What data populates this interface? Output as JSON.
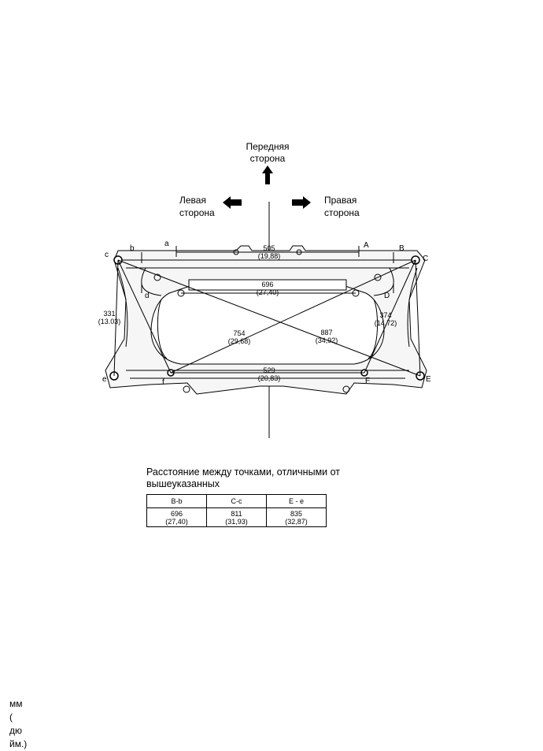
{
  "directions": {
    "front": [
      "Передняя",
      "сторона"
    ],
    "left": [
      "Левая",
      "сторона"
    ],
    "right": [
      "Правая",
      "сторона"
    ]
  },
  "points": [
    "a",
    "b",
    "c",
    "d",
    "e",
    "f",
    "A",
    "B",
    "C",
    "D",
    "E",
    "F"
  ],
  "dimensions": [
    {
      "id": "d505",
      "mm": "505",
      "in": "(19,88)"
    },
    {
      "id": "d696",
      "mm": "696",
      "in": "(27,40)"
    },
    {
      "id": "d754",
      "mm": "754",
      "in": "(29,68)"
    },
    {
      "id": "d887",
      "mm": "887",
      "in": "(34,92)"
    },
    {
      "id": "d529",
      "mm": "529",
      "in": "(20,83)"
    },
    {
      "id": "d331",
      "mm": "331",
      "in": "(13.03)"
    },
    {
      "id": "d374",
      "mm": "374",
      "in": "(14,72)"
    }
  ],
  "table": {
    "title": "Расстояние между точками, отличными от вышеуказанных",
    "headers": [
      "B-b",
      "C-c",
      "E - e"
    ],
    "rows": [
      [
        {
          "mm": "696",
          "in": "(27,40)"
        },
        {
          "mm": "811",
          "in": "(31,93)"
        },
        {
          "mm": "835",
          "in": "(32,87)"
        }
      ]
    ]
  },
  "units": [
    "мм",
    "(",
    "дю",
    "йм.)"
  ]
}
